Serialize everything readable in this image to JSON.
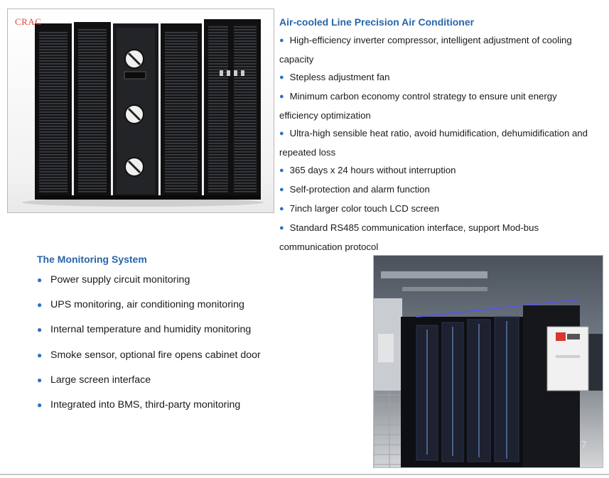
{
  "crac_image": {
    "label": "CRAC"
  },
  "air_conditioner": {
    "title": "Air-cooled Line Precision Air Conditioner",
    "features": [
      "High-efficiency inverter compressor, intelligent adjustment of cooling capacity",
      "Stepless adjustment fan",
      "Minimum carbon economy control strategy to ensure unit energy efficiency optimization",
      "Ultra-high sensible heat ratio, avoid humidification, dehumidification and repeated loss",
      "365 days x 24 hours without interruption",
      "Self-protection and alarm function",
      "7inch larger color touch LCD screen",
      "Standard RS485 communication interface, support Mod-bus communication protocol"
    ]
  },
  "monitoring": {
    "title": "The Monitoring System",
    "features": [
      "Power supply circuit monitoring",
      "UPS monitoring, air conditioning monitoring",
      "Internal temperature and humidity monitoring",
      "Smoke sensor, optional fire opens cabinet door",
      "Large screen interface",
      "Integrated into BMS, third-party monitoring"
    ]
  },
  "page": {
    "number": "7"
  },
  "colors": {
    "heading": "#2865a8",
    "bullet": "#2f71bd",
    "crac_label": "#d8473a"
  }
}
